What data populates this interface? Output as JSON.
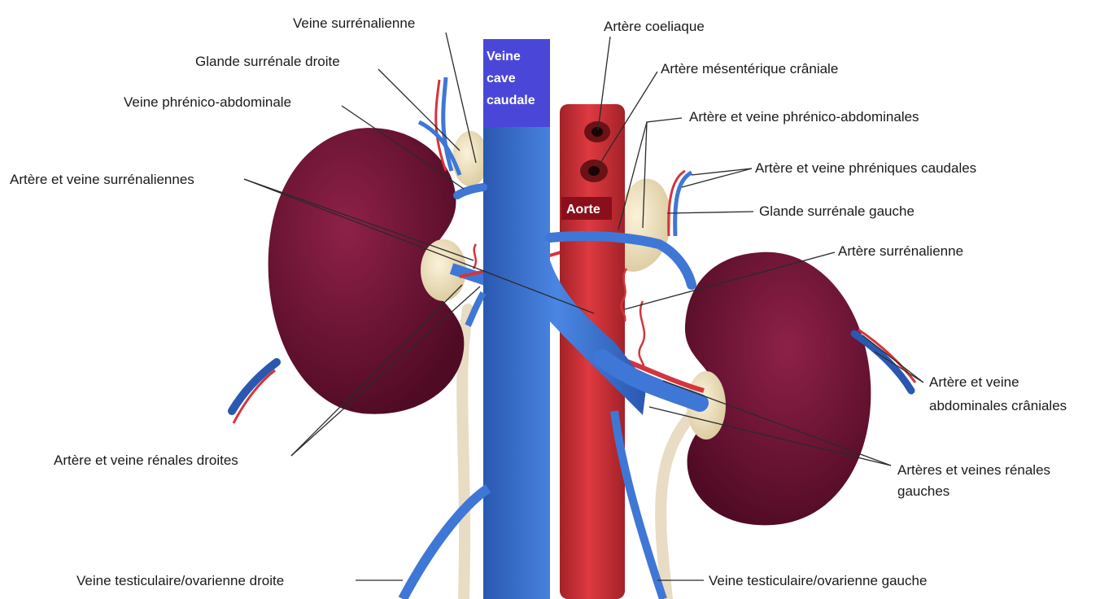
{
  "labels": {
    "veine_surrenalienne": "Veine surrénalienne",
    "glande_surrenale_droite": "Glande surrénale droite",
    "veine_phrenico_abdominale": "Veine phrénico-abdominale",
    "artere_veine_surrenaliennes": "Artère et veine surrénaliennes",
    "artere_veine_renales_droites": "Artère et veine rénales droites",
    "veine_testiculaire_droite": "Veine testiculaire/ovarienne droite",
    "artere_coeliaque": "Artère coeliaque",
    "artere_mesenterique_craniale": "Artère mésentérique crâniale",
    "artere_veine_phrenico_abdominales": "Artère et veine phrénico-abdominales",
    "artere_veine_phreniques_caudales": "Artère et veine phréniques caudales",
    "glande_surrenale_gauche": "Glande surrénale gauche",
    "artere_surrenalienne": "Artère surrénalienne",
    "abdominales_craniales_line1": "Artère et veine",
    "abdominales_craniales_line2": "abdominales crâniales",
    "renales_gauches_line1": "Artères et veines rénales",
    "renales_gauches_line2": "gauches",
    "veine_testiculaire_gauche": "Veine testiculaire/ovarienne gauche"
  },
  "tags": {
    "veine_cave_line1": "Veine",
    "veine_cave_line2": "cave",
    "veine_cave_line3": "caudale",
    "aorte": "Aorte"
  },
  "colors": {
    "vein": "#3f77d6",
    "vein_dark": "#2a58b0",
    "artery": "#d4353a",
    "artery_dark": "#9c1f24",
    "kidney": "#6e1034",
    "kidney_light": "#8e2148",
    "gland": "#efe1be",
    "ureter": "#e8dcc4",
    "cava_tag_bg": "#4a47d8",
    "aorta_tag_bg": "#8a0f1c"
  }
}
